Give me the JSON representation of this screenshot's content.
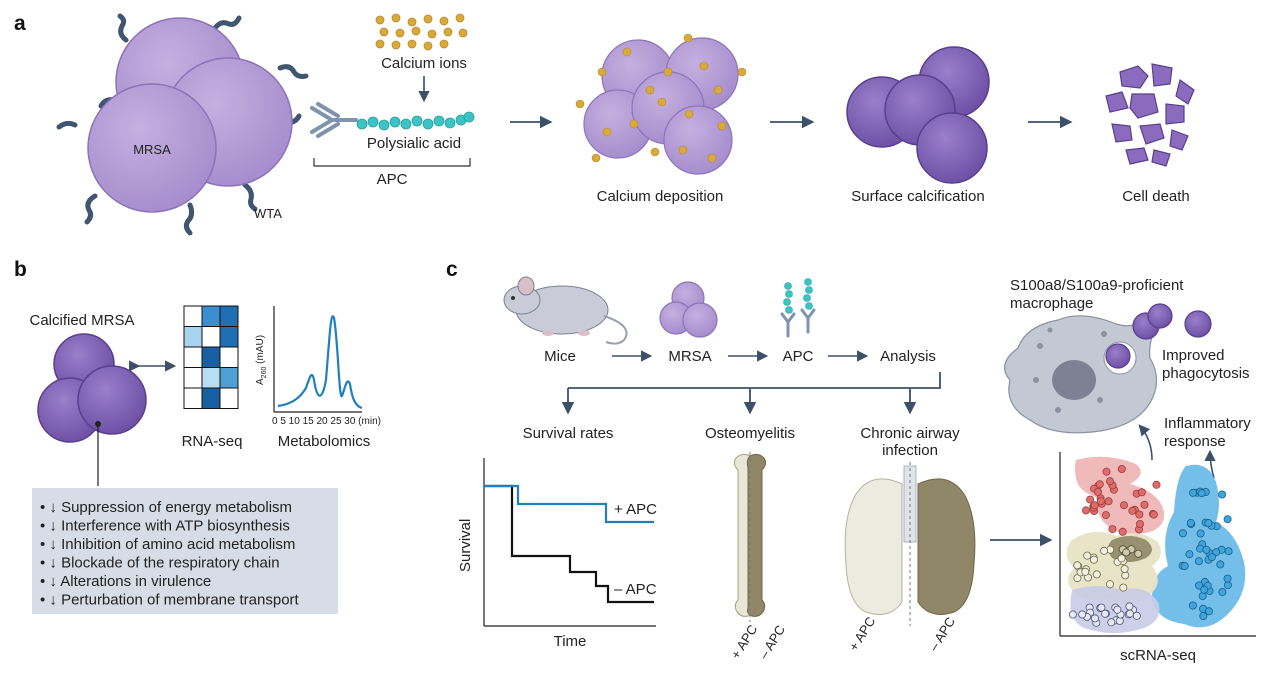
{
  "panel_a": {
    "letter": "a",
    "mrsa_label": "MRSA",
    "wta_label": "WTA",
    "calcium_ions_label": "Calcium ions",
    "polysialic_acid_label": "Polysialic acid",
    "apc_label": "APC",
    "stages": [
      "Calcium deposition",
      "Surface calcification",
      "Cell death"
    ]
  },
  "panel_b": {
    "letter": "b",
    "title": "Calcified MRSA",
    "rnaseq_label": "RNA-seq",
    "metabolomics_label": "Metabolomics",
    "y_axis_label": "A",
    "y_axis_subscript": "260",
    "y_axis_unit": " (mAU)",
    "x_ticks": "0  5  10 15 20 25 30 (min)",
    "effects": [
      "• ↓ Suppression of energy metabolism",
      "• ↓ Interference with ATP biosynthesis",
      "• ↓ Inhibition of amino acid metabolism",
      "• ↓ Blockade of the respiratory chain",
      "• ↓ Alterations in virulence",
      "• ↓ Perturbation of membrane transport"
    ]
  },
  "panel_c": {
    "letter": "c",
    "workflow": [
      "Mice",
      "MRSA",
      "APC",
      "Analysis"
    ],
    "outcomes": {
      "survival": "Survival rates",
      "osteomyelitis": "Osteomyelitis",
      "airway_line1": "Chronic airway",
      "airway_line2": "infection"
    },
    "survival_plot": {
      "ylabel": "Survival",
      "xlabel": "Time",
      "plus_apc": "+ APC",
      "minus_apc": "– APC"
    },
    "bone_plus": "+ APC",
    "bone_minus": "– APC",
    "lung_plus": "+ APC",
    "lung_minus": "– APC",
    "macrophage_line1": "S100a8/S100a9-proficient",
    "macrophage_line2": "macrophage",
    "improved_line1": "Improved",
    "improved_line2": "phagocytosis",
    "inflammatory_line1": "Inflammatory",
    "inflammatory_line2": "response",
    "scrna_label": "scRNA-seq"
  },
  "colors": {
    "purple_light": "#b9a3d6",
    "purple_mid": "#9f86c6",
    "purple_dark": "#7a5fae",
    "calcium": "#d9a93a",
    "cyan": "#3cc3c3",
    "blue_line": "#1f7fbf",
    "navy": "#2e4a68",
    "red_cluster": "#e06b6b",
    "blue_cluster": "#3fa5de",
    "olive": "#8f8767",
    "info_box": "#d6dde6"
  }
}
